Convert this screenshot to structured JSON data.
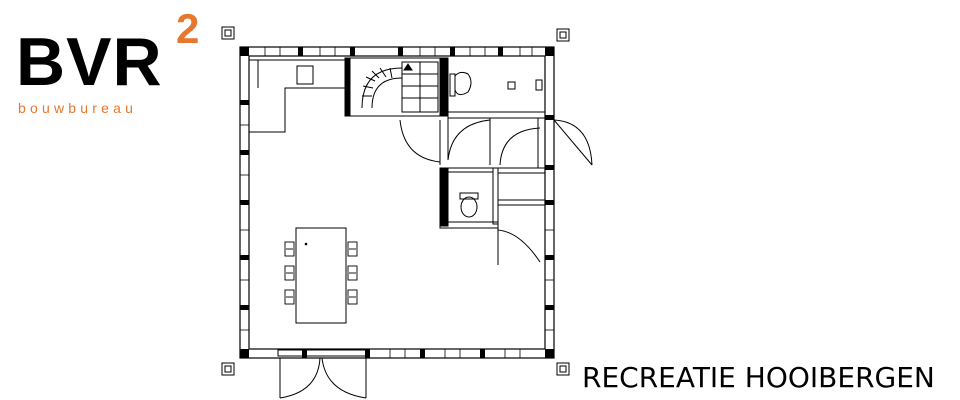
{
  "logo": {
    "main_text": "BVR",
    "superscript": "2",
    "subtitle": "bouwbureau",
    "brand_color": "#e8772e"
  },
  "drawing": {
    "project_title": "RECREATIE HOOIBERGEN",
    "line_color": "#000000"
  }
}
